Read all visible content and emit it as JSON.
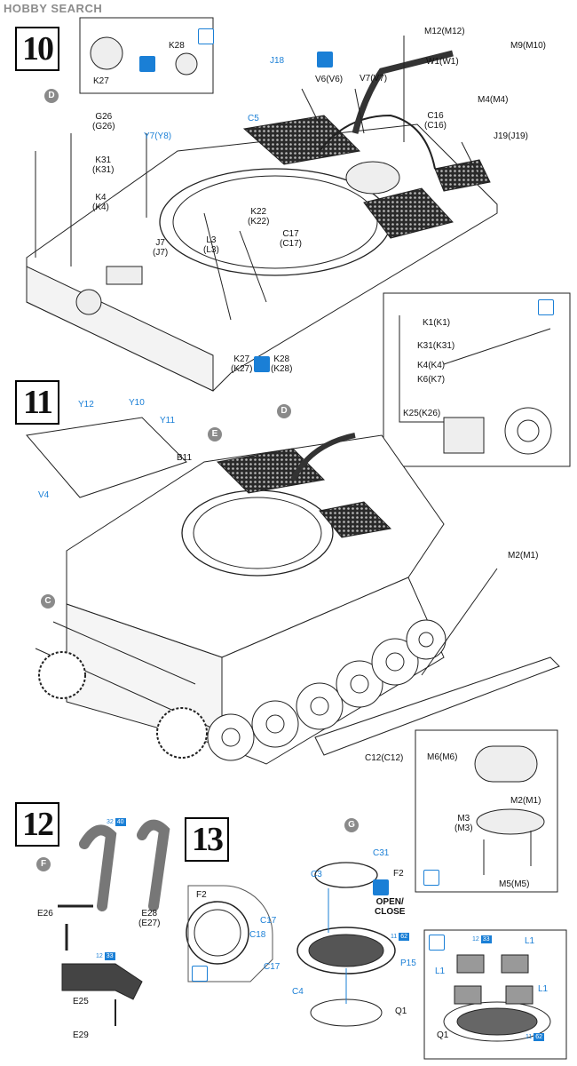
{
  "watermark": "HOBBY SEARCH",
  "steps": {
    "s10": "10",
    "s11": "11",
    "s12": "12",
    "s13": "13"
  },
  "circles": {
    "d1": "D",
    "d2": "D",
    "e": "E",
    "c": "C",
    "f": "F",
    "g": "G"
  },
  "step10": {
    "k27_inset": "K27",
    "k28_inset": "K28",
    "j18": "J18",
    "m12": "M12(M12)",
    "m9": "M9(M10)",
    "w1": "W1(W1)",
    "v6": "V6(V6)",
    "v7": "V7(V7)",
    "m4": "M4(M4)",
    "c16": "C16\n(C16)",
    "j19": "J19(J19)",
    "c5": "C5",
    "y7": "Y7(Y8)",
    "g26": "G26\n(G26)",
    "k31": "K31\n(K31)",
    "k4": "K4\n(K4)",
    "k22": "K22\n(K22)",
    "c17": "C17\n(C17)",
    "j7": "J7\n(J7)",
    "l3": "L3\n(L3)",
    "k27b": "K27\n(K27)",
    "k28b": "K28\n(K28)"
  },
  "step11": {
    "k1": "K1(K1)",
    "k31": "K31(K31)",
    "k4": "K4(K4)",
    "k6": "K6(K7)",
    "k25": "K25(K26)",
    "y12": "Y12",
    "y10": "Y10",
    "y11": "Y11",
    "b11": "B11",
    "v4": "V4",
    "m2": "M2(M1)",
    "c12": "C12(C12)",
    "m6": "M6(M6)",
    "m2b": "M2(M1)",
    "m3": "M3\n(M3)",
    "m5": "M5(M5)"
  },
  "step12": {
    "e26": "E26",
    "e28": "E28\n(E27)",
    "e25": "E25",
    "e29": "E29",
    "ref1": "32",
    "ref1b": "40",
    "ref2": "12",
    "ref2b": "33"
  },
  "step13": {
    "f2a": "F2",
    "c17a": "C17",
    "c18": "C18",
    "c17b": "C17",
    "c3": "C3",
    "c31": "C31",
    "f2b": "F2",
    "open_close": "OPEN/\nCLOSE",
    "p15": "P15",
    "c4": "C4",
    "q1": "Q1",
    "l1a": "L1",
    "l1b": "L1",
    "l1c": "L1",
    "q1b": "Q1",
    "ref_p": "11",
    "ref_pb": "62",
    "ref_l": "12",
    "ref_lb": "33",
    "ref_q": "11",
    "ref_qb": "62"
  },
  "colors": {
    "accent": "#1a7fd6",
    "ink": "#111111",
    "circle": "#8a8a8a"
  }
}
